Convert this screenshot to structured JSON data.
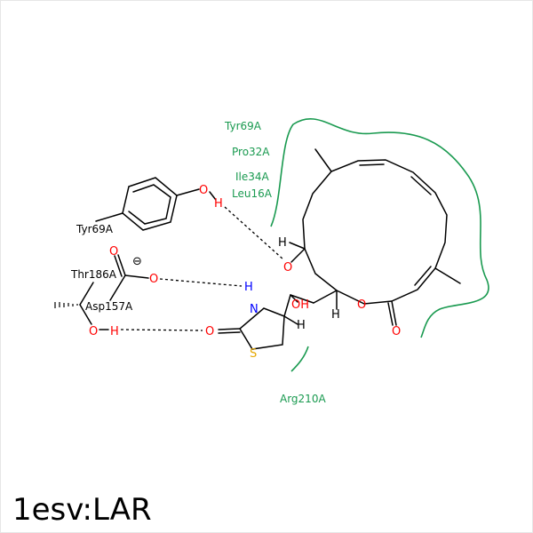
{
  "title": "1esv:LAR",
  "colors": {
    "residue": "#008000",
    "bond": "#000000",
    "oxygen": "#ff0000",
    "nitrogen": "#0000ff",
    "sulfur": "#e6a800"
  },
  "residues": {
    "tyr69_top": "Tyr69A",
    "pro32": "Pro32A",
    "ile34": "Ile34A",
    "leu16": "Leu16A",
    "arg210": "Arg210A",
    "tyr69_left": "Tyr69A",
    "thr186": "Thr186A",
    "asp157": "Asp157A"
  },
  "atoms": {
    "O": "O",
    "H": "H",
    "N": "N",
    "S": "S",
    "OH": "OH",
    "minus": "⊖"
  }
}
